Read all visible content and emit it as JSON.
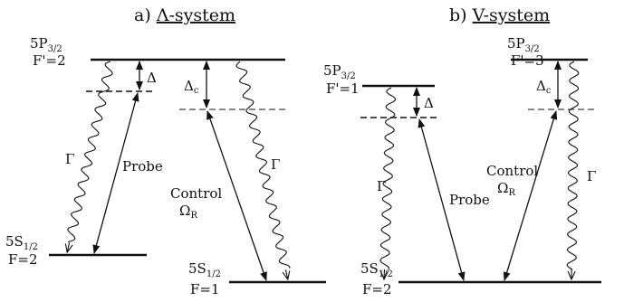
{
  "panels": {
    "lambda": {
      "title_prefix": "a) ",
      "title_main": "Λ-system",
      "upper_state": "5P",
      "upper_sub": "3/2",
      "upper_f": "F'=2",
      "ground_left": "5S",
      "ground_left_sub": "1/2",
      "ground_left_f": "F=2",
      "ground_right": "5S",
      "ground_right_sub": "1/2",
      "ground_right_f": "F=1",
      "detuning": "Δ",
      "detuning_c": "Δ",
      "detuning_c_sub": "c",
      "decay_left": "Γ",
      "decay_right": "Γ",
      "probe": "Probe",
      "control": "Control",
      "omega": "Ω",
      "omega_sub": "R"
    },
    "v": {
      "title_prefix": "b) ",
      "title_main": "V-system",
      "upper_left": "5P",
      "upper_left_sub": "3/2",
      "upper_left_f": "F'=1",
      "upper_right": "5P",
      "upper_right_sub": "3/2",
      "upper_right_f": "F'=3",
      "ground": "5S",
      "ground_sub": "1/2",
      "ground_f": "F=2",
      "detuning": "Δ",
      "detuning_c": "Δ",
      "detuning_c_sub": "c",
      "decay_left": "Γ",
      "decay_right": "Γ",
      "probe": "Probe",
      "control": "Control",
      "omega": "Ω",
      "omega_sub": "R"
    }
  }
}
